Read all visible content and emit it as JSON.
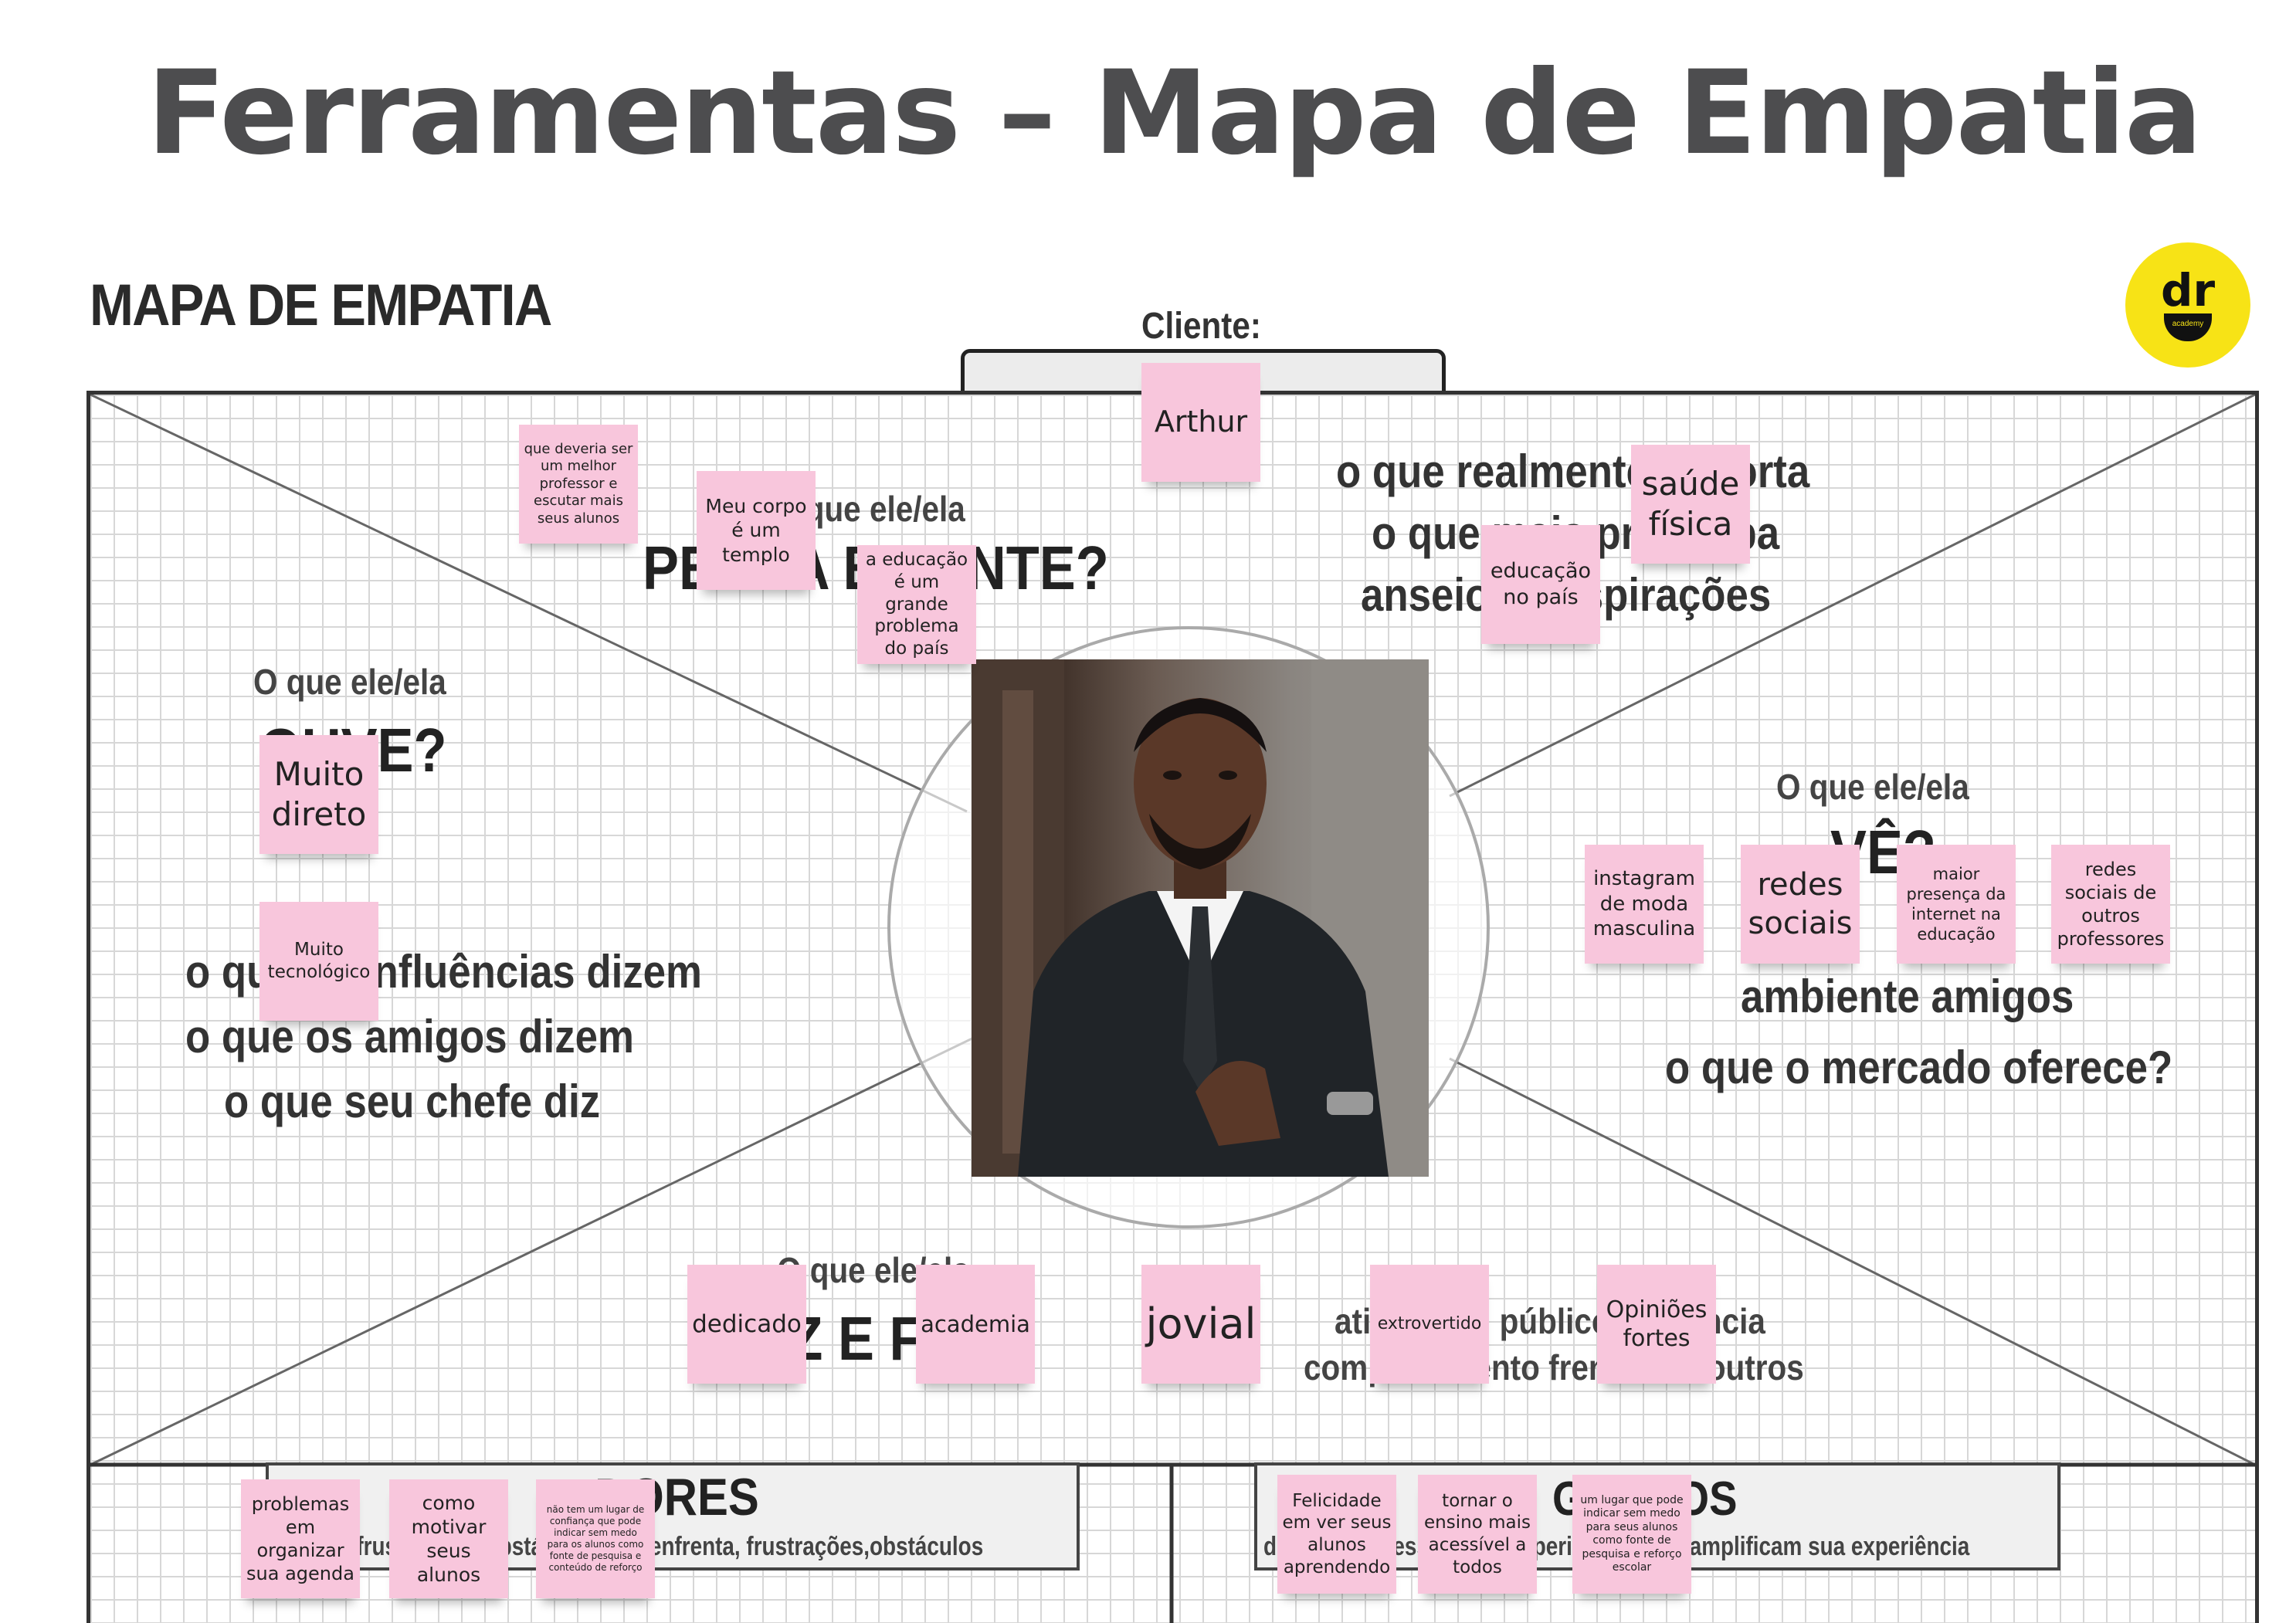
{
  "title": "Ferramentas – Mapa de Empatia",
  "map": {
    "heading": "MAPA DE EMPATIA",
    "client_label": "Cliente:",
    "client_name": "Arthur"
  },
  "sections": {
    "pensa": {
      "prefix": "O que ele/ela",
      "title": "PENSA E SENTE?",
      "lines": [
        "o que realmente importa",
        "o que mais preocupa",
        "anseios e aspirações"
      ]
    },
    "ouve": {
      "prefix": "O que ele/ela",
      "title": "OUVE?",
      "lines": [
        "o que as influências dizem",
        "o que os amigos dizem",
        "o que seu chefe diz"
      ]
    },
    "ve": {
      "prefix": "O que ele/ela",
      "title": "VÊ?",
      "lines": [
        "ambiente amigos",
        "o que o mercado oferece?"
      ]
    },
    "diz_faz": {
      "prefix": "O que ele/ela",
      "title": "DIZ E FAZ?",
      "lines": [
        "atitude em público aparência",
        "comportamento frente aos outros"
      ]
    },
    "dores": {
      "title": "DORES",
      "line": "medos, frustrações, obstáculos que enfrenta, frustrações,obstáculos"
    },
    "ganhos": {
      "title": "GANHOS",
      "line": "desejos, necessidades, experiências que amplificam sua experiência"
    }
  },
  "notes": {
    "pensa": [
      "que deveria ser um melhor professor e escutar mais seus alunos",
      "Meu corpo é um templo",
      "a educação é um grande problema do país",
      "educação no país",
      "saúde física"
    ],
    "ouve": [
      "Muito direto",
      "Muito tecnológico"
    ],
    "ve": [
      "instagram de moda masculina",
      "redes sociais",
      "maior presença da internet na educação",
      "redes sociais de outros professores"
    ],
    "diz_faz": [
      "dedicado",
      "academia",
      "jovial",
      "extrovertido",
      "Opiniões fortes"
    ],
    "dores": [
      "problemas em organizar sua agenda",
      "como motivar seus alunos",
      "não tem um lugar de confiança que pode indicar sem medo para os alunos como fonte de pesquisa e conteúdo de reforço"
    ],
    "ganhos": [
      "Felicidade em ver seus alunos aprendendo",
      "tornar o ensino mais acessível a todos",
      "um lugar que pode indicar sem medo para seus alunos como fonte de pesquisa e reforço escolar"
    ]
  },
  "colors": {
    "sticky": "#f8c6dc",
    "logo": "#f7e316",
    "title": "#4d4d4f"
  }
}
